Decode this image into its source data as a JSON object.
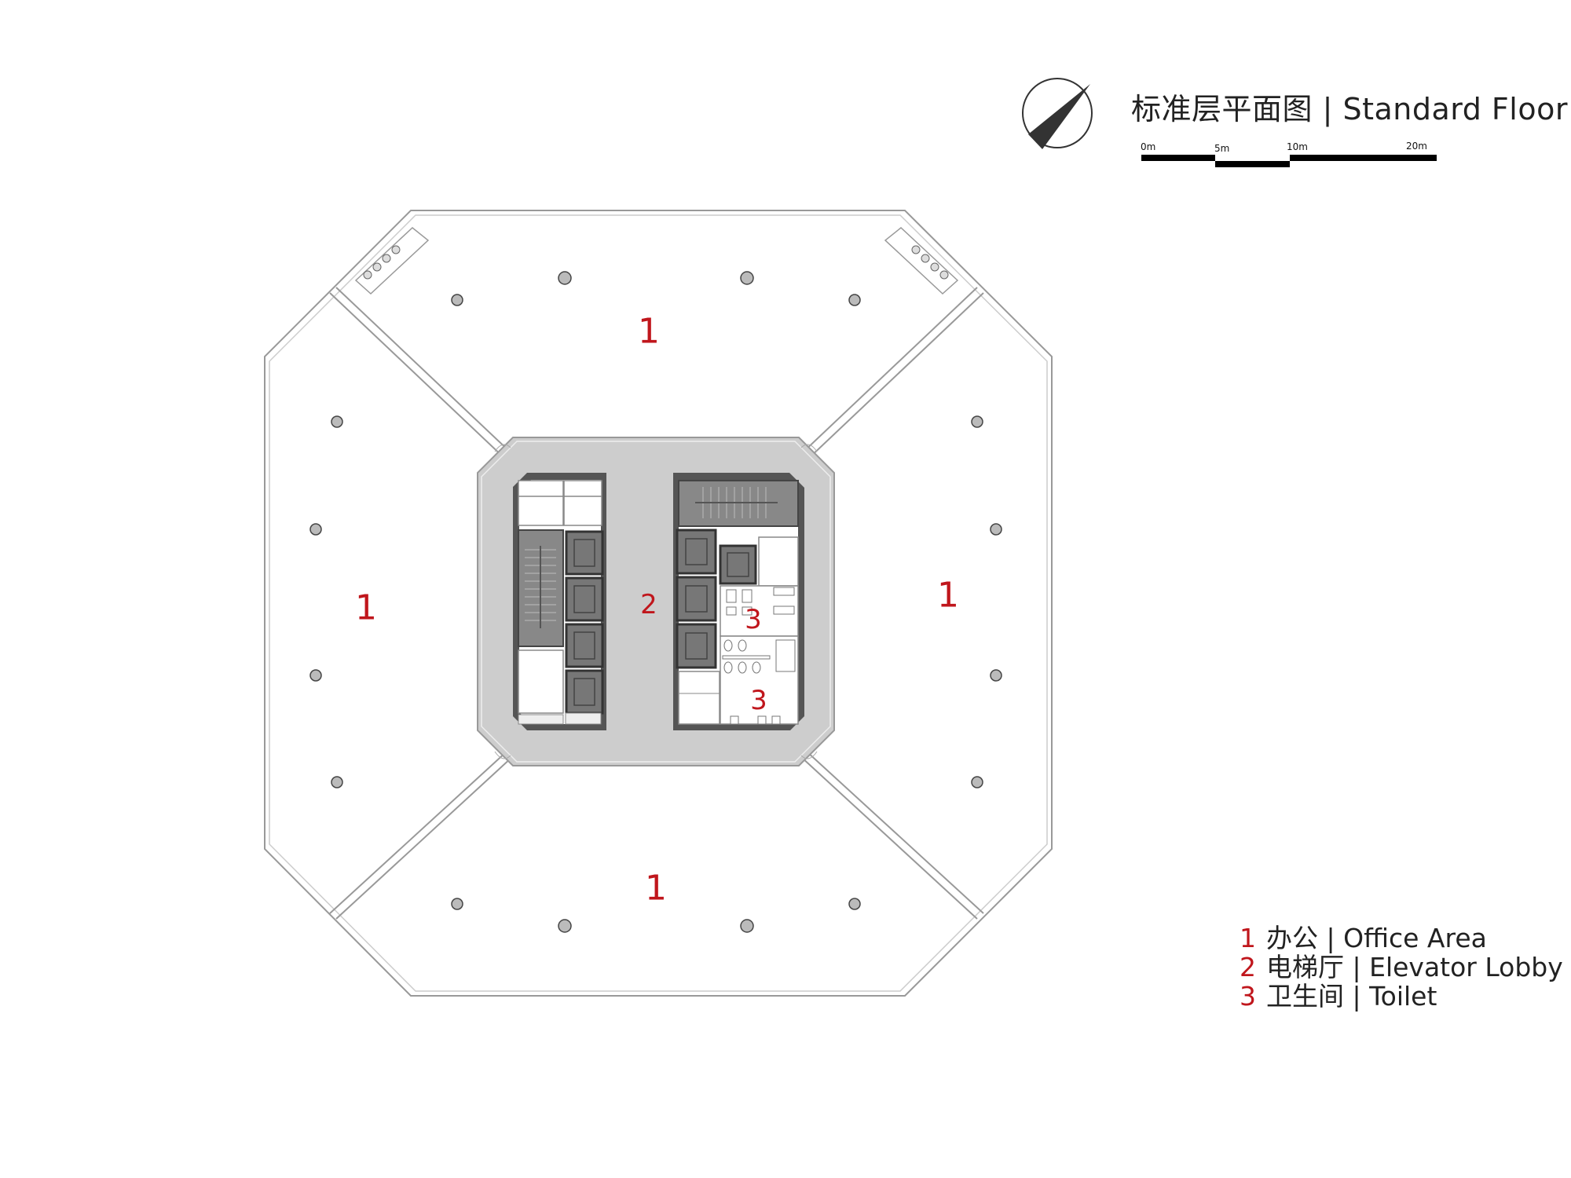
{
  "header": {
    "title": "标准层平面图 | Standard Floor Plan"
  },
  "scale_bar": {
    "ticks": [
      "0m",
      "5m",
      "10m",
      "20m"
    ]
  },
  "north_arrow": {
    "icon": "north-arrow-icon"
  },
  "rooms": [
    {
      "number": "1",
      "zone": "office-north"
    },
    {
      "number": "1",
      "zone": "office-west"
    },
    {
      "number": "1",
      "zone": "office-east"
    },
    {
      "number": "1",
      "zone": "office-south"
    },
    {
      "number": "2",
      "zone": "elevator-lobby"
    },
    {
      "number": "3",
      "zone": "toilet-upper"
    },
    {
      "number": "3",
      "zone": "toilet-lower"
    }
  ],
  "legend": [
    {
      "number": "1",
      "label": "办公 | Office Area"
    },
    {
      "number": "2",
      "label": "电梯厅 | Elevator Lobby"
    },
    {
      "number": "3",
      "label": "卫生间 | Toilet"
    }
  ],
  "colors": {
    "accent": "#c0161c",
    "lobby_fill": "#cdcdcd",
    "core_wall": "#555555",
    "elevator_fill": "#777777",
    "column_fill": "#bbbbbb"
  }
}
